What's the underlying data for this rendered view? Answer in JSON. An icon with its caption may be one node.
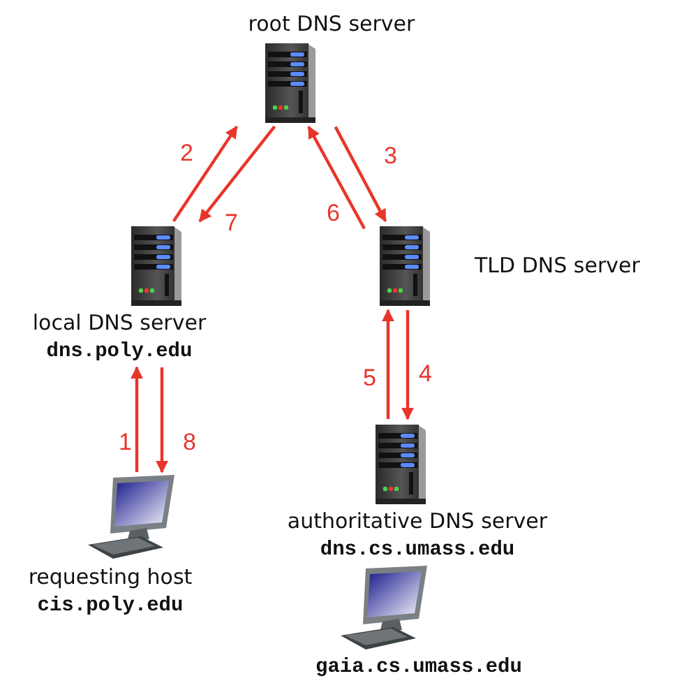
{
  "diagram": {
    "nodes": [
      {
        "text": [
          "root DNS server"
        ]
      },
      {
        "text": [
          "local DNS server",
          "dns.poly.edu"
        ]
      },
      {
        "text": [
          "TLD DNS server"
        ]
      },
      {
        "text": [
          "authoritative DNS server",
          "dns.cs.umass.edu"
        ]
      },
      {
        "text": [
          "requesting host",
          "cis.poly.edu"
        ]
      },
      {
        "text": [
          "gaia.cs.umass.edu"
        ]
      }
    ],
    "edges": [
      {
        "from": 4,
        "to": 1,
        "arrow": "to",
        "label": "1"
      },
      {
        "from": 1,
        "to": 0,
        "arrow": "to",
        "label": "2"
      },
      {
        "from": 0,
        "to": 2,
        "arrow": "to",
        "label": "3"
      },
      {
        "from": 2,
        "to": 3,
        "arrow": "to",
        "label": "4"
      },
      {
        "from": 3,
        "to": 2,
        "arrow": "to",
        "label": "5"
      },
      {
        "from": 2,
        "to": 0,
        "arrow": "to",
        "label": "6"
      },
      {
        "from": 0,
        "to": 1,
        "arrow": "to",
        "label": "7"
      },
      {
        "from": 1,
        "to": 4,
        "arrow": "to",
        "label": "8"
      }
    ]
  }
}
